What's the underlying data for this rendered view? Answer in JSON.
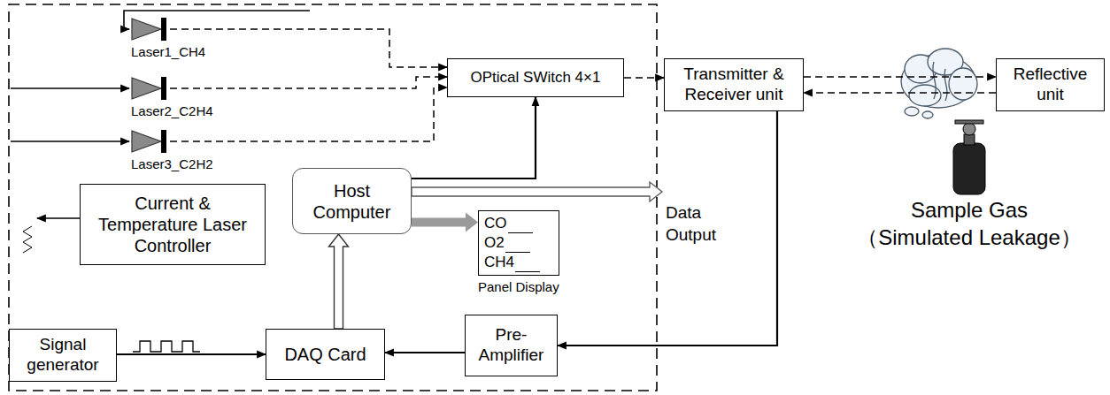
{
  "diagram": {
    "nodes": [
      {
        "text": [
          "Laser1_CH4"
        ]
      },
      {
        "text": [
          "Laser2_C2H4"
        ]
      },
      {
        "text": [
          "Laser3_C2H2"
        ]
      },
      {
        "text": [
          "OPtical SWitch 4×1"
        ]
      },
      {
        "text": [
          "Transmitter & Receiver unit"
        ]
      },
      {
        "text": [
          "Reflective unit"
        ]
      },
      {
        "text": [
          "Host Computer"
        ]
      },
      {
        "text": [
          "Current & Temperature Laser Controller"
        ]
      },
      {
        "text": [
          "CO",
          "O2",
          "CH4",
          "Panel Display"
        ]
      },
      {
        "text": [
          "Signal generator"
        ]
      },
      {
        "text": [
          "DAQ Card"
        ]
      },
      {
        "text": [
          "Pre-Amplifier"
        ]
      },
      {
        "text": [
          "Sample Gas",
          "（Simulated Leakage）"
        ]
      }
    ],
    "edges": [
      {
        "from": 0,
        "to": 3,
        "arrow": "to"
      },
      {
        "from": 1,
        "to": 3,
        "arrow": "to"
      },
      {
        "from": 2,
        "to": 3,
        "arrow": "to"
      },
      {
        "from": 6,
        "to": 3,
        "arrow": "to"
      },
      {
        "from": 3,
        "to": 4,
        "arrow": "to"
      },
      {
        "from": 4,
        "to": 5,
        "arrow": "both"
      },
      {
        "from": 6,
        "to": 8,
        "arrow": "to"
      },
      {
        "from": 4,
        "to": 11,
        "arrow": "to"
      },
      {
        "from": 11,
        "to": 10,
        "arrow": "to"
      },
      {
        "from": 9,
        "to": 10,
        "arrow": "to"
      },
      {
        "from": 10,
        "to": 6,
        "arrow": "to"
      }
    ],
    "labels": [
      "Data Output"
    ]
  }
}
